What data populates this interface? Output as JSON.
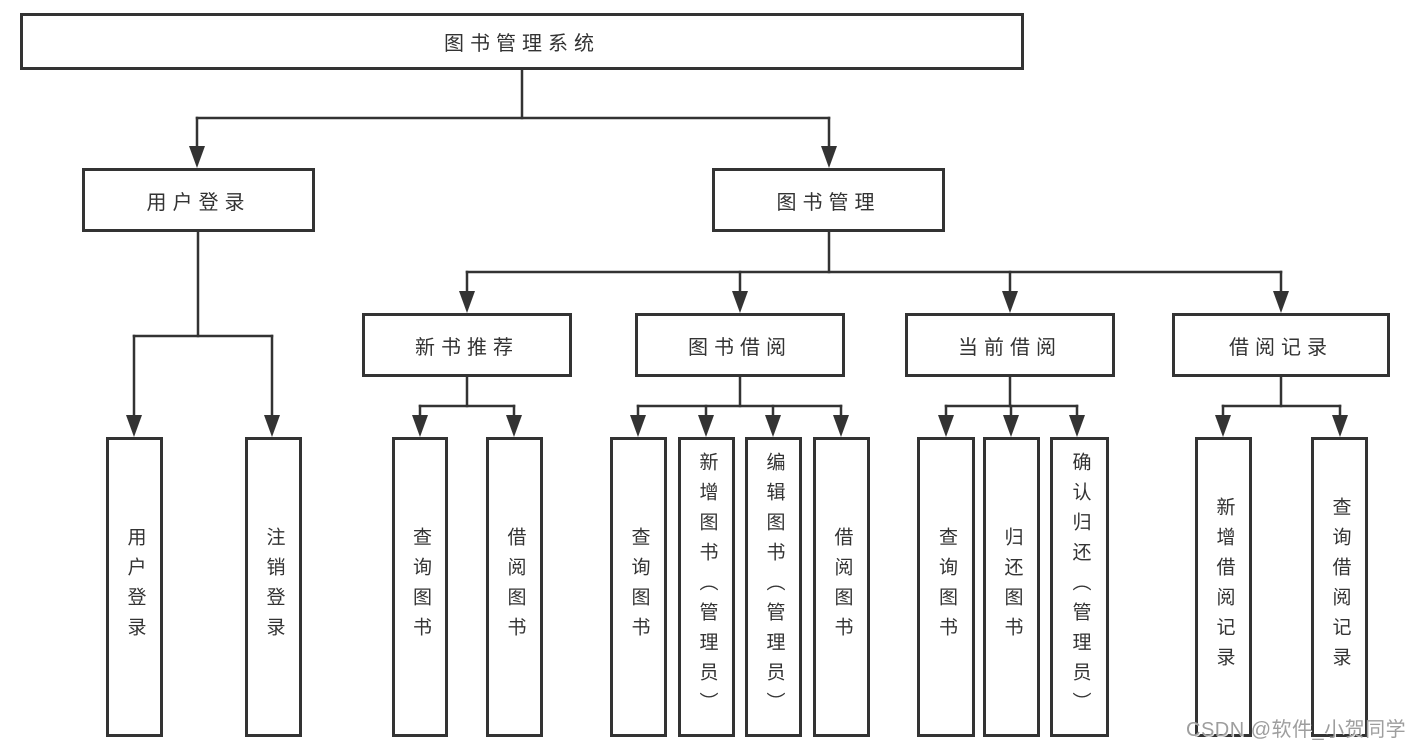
{
  "tree": {
    "label": "图书管理系统",
    "children": [
      {
        "label": "用户登录",
        "children": [
          {
            "label": "用户登录"
          },
          {
            "label": "注销登录"
          }
        ]
      },
      {
        "label": "图书管理",
        "children": [
          {
            "label": "新书推荐",
            "children": [
              {
                "label": "查询图书"
              },
              {
                "label": "借阅图书"
              }
            ]
          },
          {
            "label": "图书借阅",
            "children": [
              {
                "label": "查询图书"
              },
              {
                "label": "新增图书（管理员）"
              },
              {
                "label": "编辑图书（管理员）"
              },
              {
                "label": "借阅图书"
              }
            ]
          },
          {
            "label": "当前借阅",
            "children": [
              {
                "label": "查询图书"
              },
              {
                "label": "归还图书"
              },
              {
                "label": "确认归还（管理员）"
              }
            ]
          },
          {
            "label": "借阅记录",
            "children": [
              {
                "label": "新增借阅记录"
              },
              {
                "label": "查询借阅记录"
              }
            ]
          }
        ]
      }
    ]
  },
  "watermark": {
    "text": "CSDN @软件_小贺同学"
  },
  "colors": {
    "line": "#333333",
    "box_border": "#333333",
    "text": "#333333",
    "background": "#ffffff",
    "watermark": "#9e9e9e"
  }
}
